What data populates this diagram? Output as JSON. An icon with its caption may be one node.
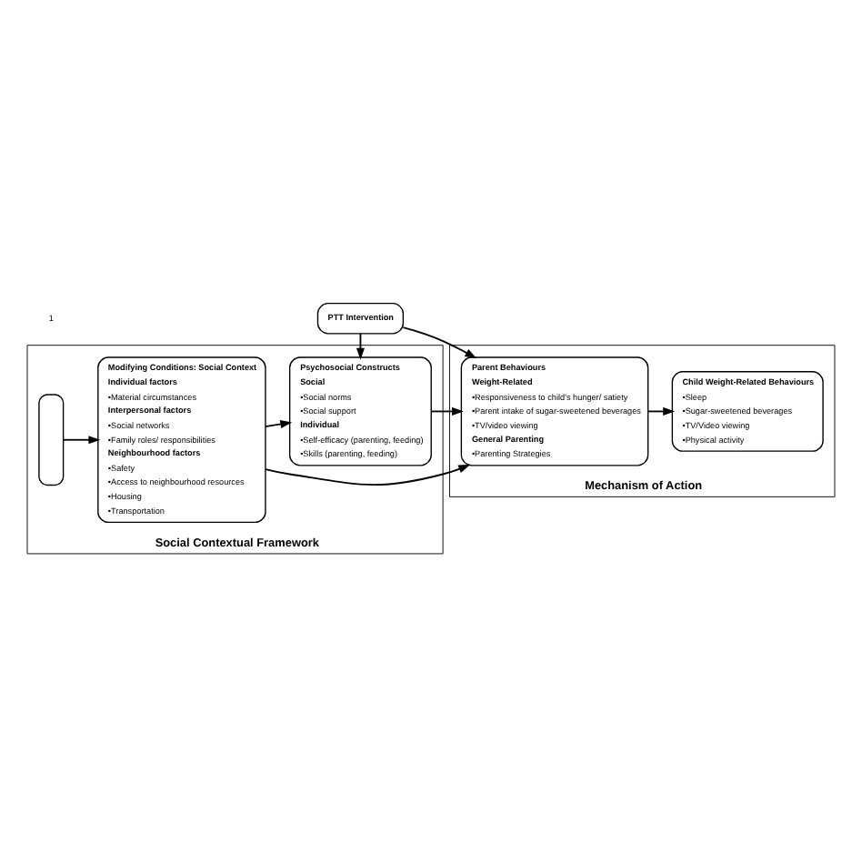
{
  "diagram": {
    "nodes": [
      {
        "text": [
          "PTT Intervention"
        ]
      },
      {
        "text": [
          "Social Contextual Framework"
        ]
      },
      {
        "text": [
          "Mechanism of Action"
        ]
      },
      {
        "text": [],
        "shape": "box",
        "in": 1
      },
      {
        "text": [
          "Modifying Conditions: Social Context",
          "Individual factors",
          "•Material circumstances",
          "Interpersonal factors",
          "•Social networks",
          "•Family roles/ responsibilities",
          "Neighbourhood factors",
          "•Safety",
          "•Access to neighbourhood resources",
          "•Housing",
          "•Transportation"
        ],
        "in": 1
      },
      {
        "text": [
          "Psychosocial Constructs",
          "Social",
          "•Social norms",
          "•Social support",
          "Individual",
          "•Self-efficacy (parenting, feeding)",
          "•Skills (parenting, feeding)"
        ],
        "in": 1
      },
      {
        "text": [
          "Parent Behaviours",
          "Weight-Related",
          "•Responsiveness to child's hunger/ satiety",
          "•Parent intake of sugar-sweetened beverages",
          "•TV/video viewing",
          "General Parenting",
          "•Parenting Strategies"
        ],
        "in": 2
      },
      {
        "text": [
          "Child Weight-Related Behaviours",
          "•Sleep",
          "•Sugar-sweetened beverages",
          "•TV/Video viewing",
          "•Physical activity"
        ],
        "in": 2
      }
    ],
    "edges": [
      {
        "from": 0,
        "to": 5,
        "arrow": "to"
      },
      {
        "from": 0,
        "to": 6,
        "arrow": "to"
      },
      {
        "from": 3,
        "to": 4,
        "arrow": "to"
      },
      {
        "from": 4,
        "to": 5,
        "arrow": "to"
      },
      {
        "from": 4,
        "to": 6,
        "arrow": "to"
      },
      {
        "from": 5,
        "to": 6,
        "arrow": "to"
      },
      {
        "from": 6,
        "to": 7,
        "arrow": "to"
      }
    ],
    "labels": [
      "1"
    ]
  }
}
